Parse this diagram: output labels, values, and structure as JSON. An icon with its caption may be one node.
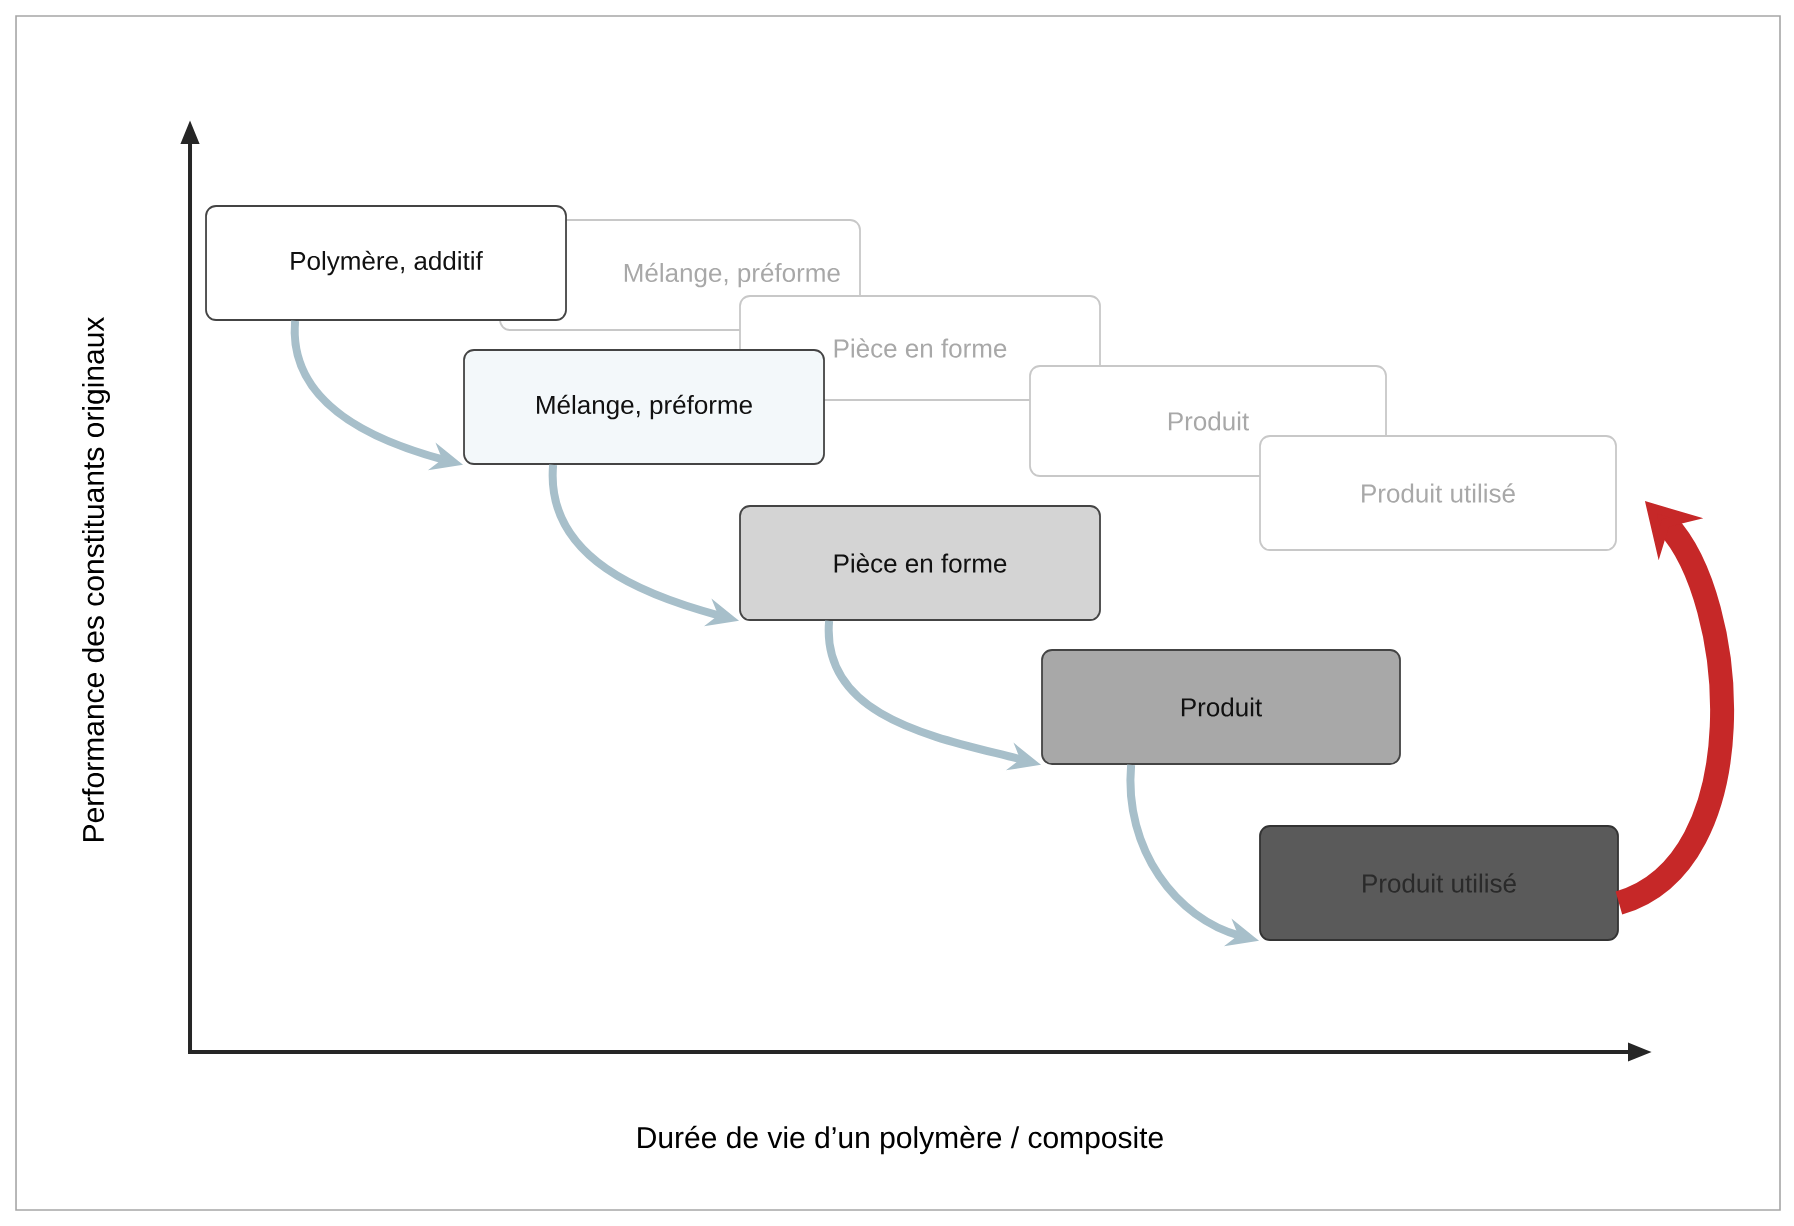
{
  "diagram": {
    "nodes": [
      {
        "text": [
          "Polymère, additif"
        ]
      },
      {
        "text": [
          "Mélange, préforme"
        ]
      },
      {
        "text": [
          "Pièce en forme"
        ]
      },
      {
        "text": [
          "Produit"
        ]
      },
      {
        "text": [
          "Produit utilisé"
        ]
      },
      {
        "text": [
          "Mélange, préforme"
        ]
      },
      {
        "text": [
          "Pièce en forme"
        ]
      },
      {
        "text": [
          "Produit"
        ]
      },
      {
        "text": [
          "Produit utilisé"
        ]
      }
    ],
    "edges": [
      {
        "from": 0,
        "to": 1,
        "arrow": "to"
      },
      {
        "from": 1,
        "to": 2,
        "arrow": "to"
      },
      {
        "from": 2,
        "to": 3,
        "arrow": "to"
      },
      {
        "from": 3,
        "to": 4,
        "arrow": "to"
      },
      {
        "from": 4,
        "to": 8,
        "arrow": "to",
        "style": "thick",
        "color": "#c62828"
      }
    ],
    "labels": [
      "Performance des constituants originaux",
      "Durée de vie d’un polymère / composite"
    ]
  }
}
